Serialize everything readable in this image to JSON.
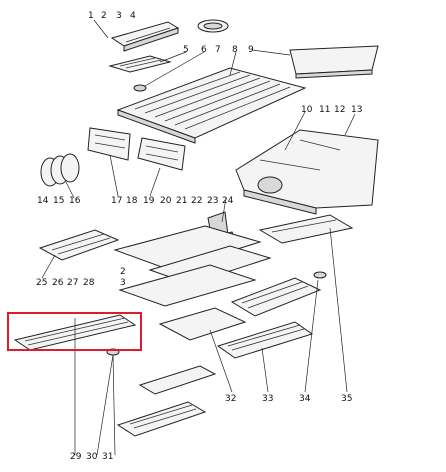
{
  "callouts": [
    {
      "id": "1",
      "label": "1"
    },
    {
      "id": "2",
      "label": "2"
    },
    {
      "id": "3",
      "label": "3"
    },
    {
      "id": "4",
      "label": "4"
    },
    {
      "id": "5",
      "label": "5"
    },
    {
      "id": "6",
      "label": "6"
    },
    {
      "id": "7",
      "label": "7"
    },
    {
      "id": "8",
      "label": "8"
    },
    {
      "id": "9",
      "label": "9"
    },
    {
      "id": "10",
      "label": "10"
    },
    {
      "id": "11",
      "label": "11"
    },
    {
      "id": "12",
      "label": "12"
    },
    {
      "id": "13",
      "label": "13"
    },
    {
      "id": "14",
      "label": "14"
    },
    {
      "id": "15",
      "label": "15"
    },
    {
      "id": "16",
      "label": "16"
    },
    {
      "id": "17",
      "label": "17"
    },
    {
      "id": "18",
      "label": "18"
    },
    {
      "id": "19",
      "label": "19"
    },
    {
      "id": "20",
      "label": "20"
    },
    {
      "id": "21",
      "label": "21"
    },
    {
      "id": "22",
      "label": "22"
    },
    {
      "id": "23",
      "label": "23"
    },
    {
      "id": "24",
      "label": "24"
    },
    {
      "id": "25",
      "label": "25"
    },
    {
      "id": "26",
      "label": "26"
    },
    {
      "id": "27",
      "label": "27"
    },
    {
      "id": "28",
      "label": "28"
    },
    {
      "id": "2b",
      "label": "2"
    },
    {
      "id": "3b",
      "label": "3"
    },
    {
      "id": "29",
      "label": "29"
    },
    {
      "id": "30",
      "label": "30"
    },
    {
      "id": "31",
      "label": "31"
    },
    {
      "id": "32",
      "label": "32"
    },
    {
      "id": "33",
      "label": "33"
    },
    {
      "id": "34",
      "label": "34"
    },
    {
      "id": "35",
      "label": "35"
    }
  ],
  "highlight": {
    "color": "#e01b2b",
    "part_label": "29"
  }
}
